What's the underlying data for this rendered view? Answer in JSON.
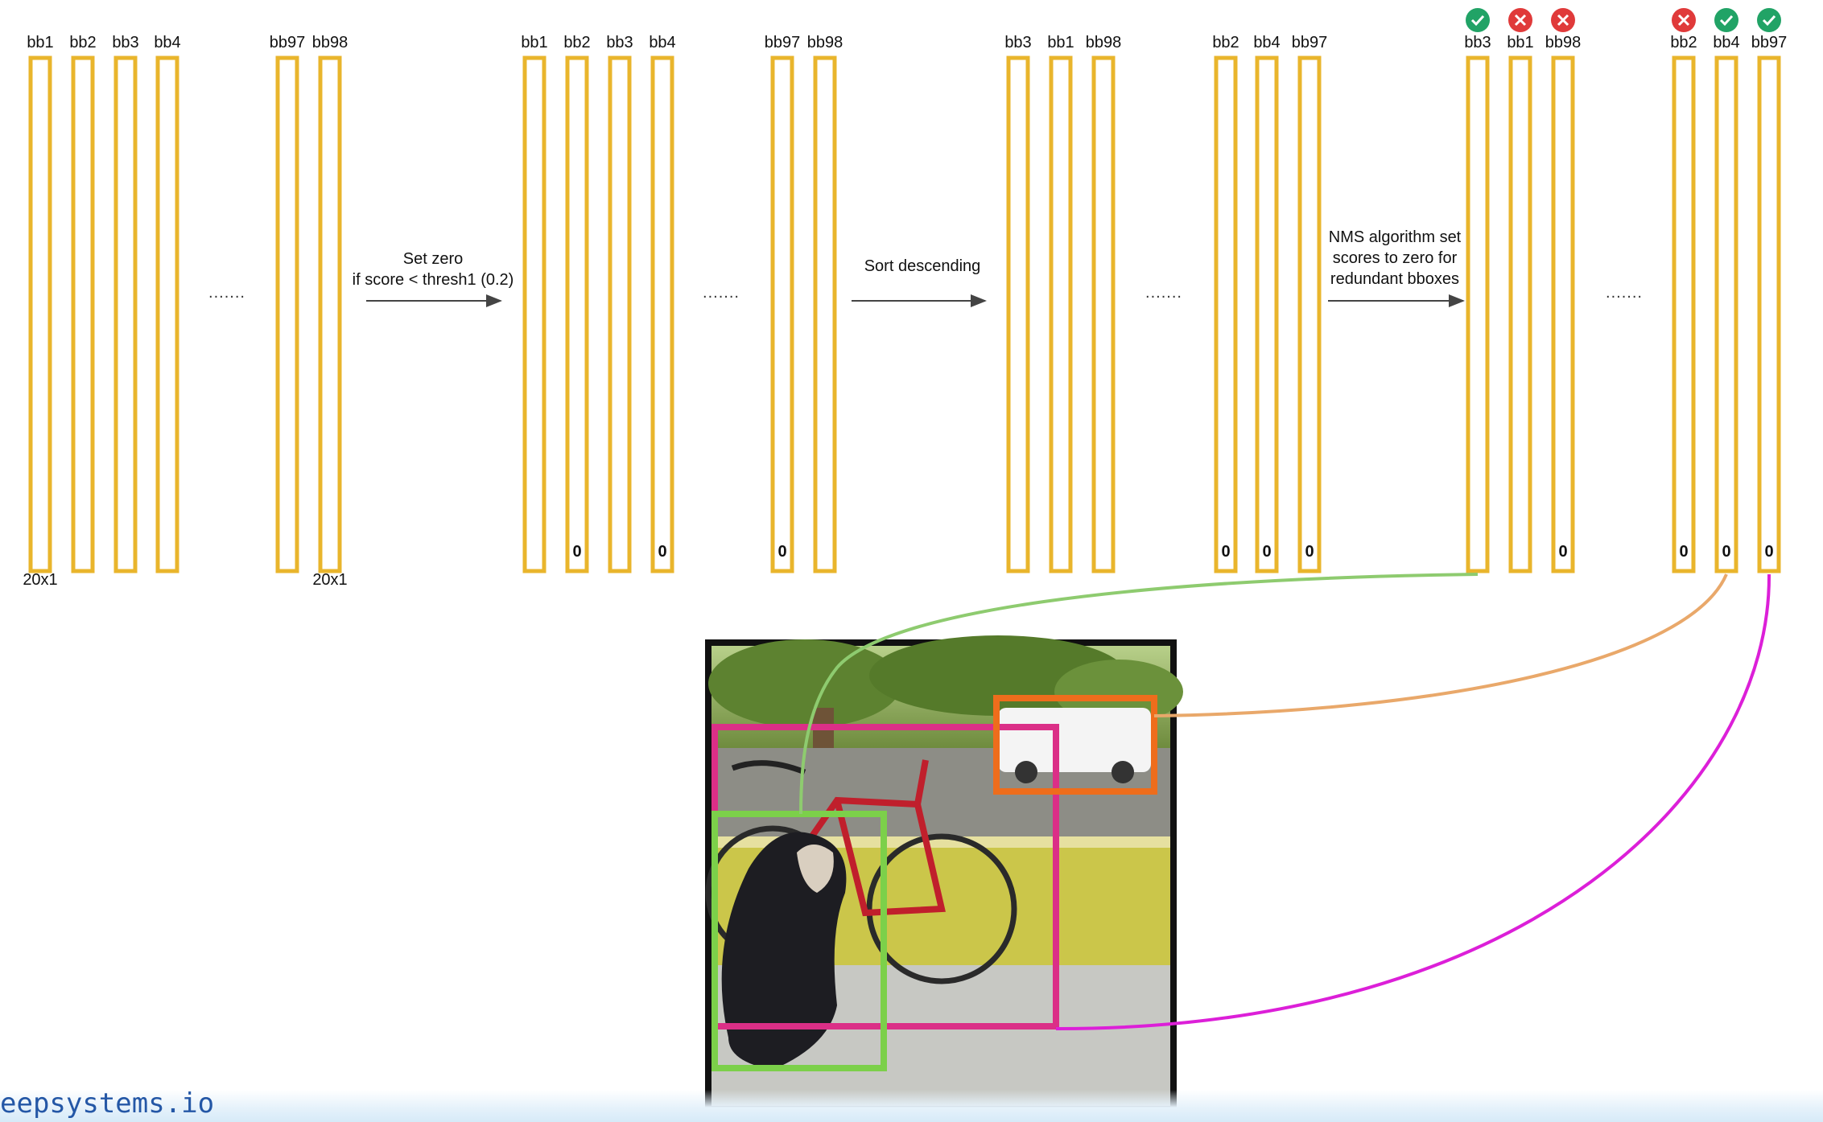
{
  "groups": [
    {
      "left": [
        "bb1",
        "bb2",
        "bb3",
        "bb4"
      ],
      "right": [
        "bb97",
        "bb98"
      ],
      "left_zeros": [
        false,
        false,
        false,
        false
      ],
      "right_zeros": [
        false,
        false
      ],
      "dims": [
        "20x1",
        "20x1"
      ],
      "marks": null
    },
    {
      "left": [
        "bb1",
        "bb2",
        "bb3",
        "bb4"
      ],
      "right": [
        "bb97",
        "bb98"
      ],
      "left_zeros": [
        false,
        true,
        false,
        true
      ],
      "right_zeros": [
        true,
        false
      ],
      "dims": null,
      "marks": null
    },
    {
      "left": [
        "bb3",
        "bb1",
        "bb98"
      ],
      "right": [
        "bb2",
        "bb4",
        "bb97"
      ],
      "left_zeros": [
        false,
        false,
        false
      ],
      "right_zeros": [
        true,
        true,
        true
      ],
      "dims": null,
      "marks": null
    },
    {
      "left": [
        "bb3",
        "bb1",
        "bb98"
      ],
      "right": [
        "bb2",
        "bb4",
        "bb97"
      ],
      "left_zeros": [
        false,
        false,
        true
      ],
      "right_zeros": [
        true,
        true,
        true
      ],
      "dims": null,
      "marks": {
        "left": [
          "check",
          "cross",
          "cross"
        ],
        "right": [
          "cross",
          "check",
          "check"
        ]
      }
    }
  ],
  "zero_label": "0",
  "ellipsis": ".......",
  "arrows": [
    {
      "lines": [
        "Set zero",
        "if score < thresh1 (0.2)"
      ]
    },
    {
      "lines": [
        "Sort descending"
      ]
    },
    {
      "lines": [
        "NMS algorithm set",
        "scores to zero for",
        "redundant bboxes"
      ]
    }
  ],
  "watermark": "eepsystems.io",
  "colors": {
    "bar": "#e9b52c",
    "check": "#21a366",
    "cross": "#e03a3a",
    "green_box": "#7cd04a",
    "orange_box": "#ee6d1c",
    "pink_box": "#db2f87",
    "green_link": "#8ecb6f",
    "orange_link": "#e9a86a",
    "magenta_link": "#dc1fd8"
  }
}
